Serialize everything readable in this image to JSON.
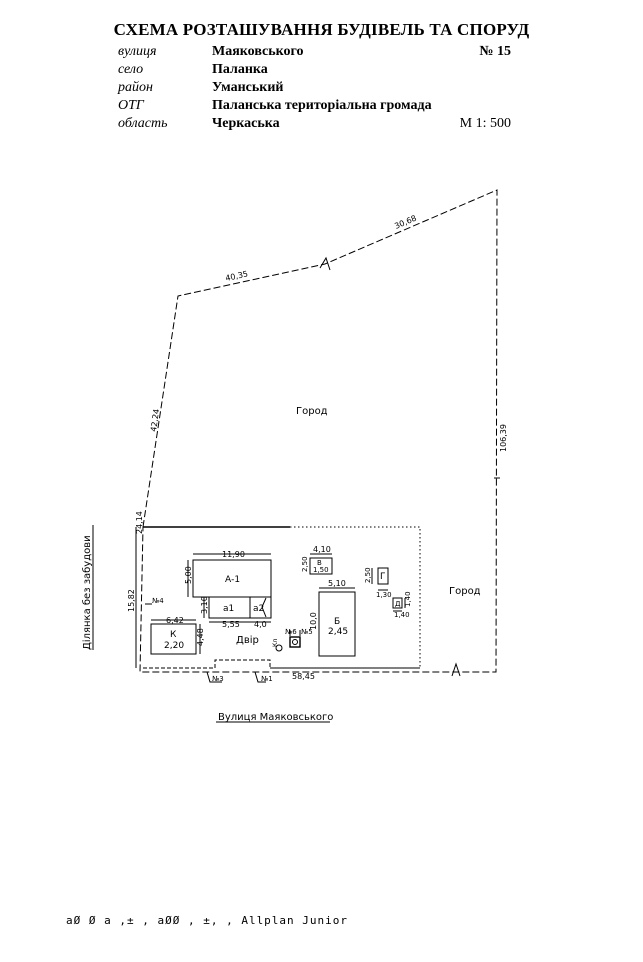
{
  "header": {
    "title": "СХЕМА РОЗТАШУВАННЯ БУДІВЕЛЬ ТА СПОРУД",
    "rows": [
      {
        "label": "вулиця",
        "value": "Маяковського",
        "extra": "№ 15"
      },
      {
        "label": "село",
        "value": "Паланка",
        "extra": ""
      },
      {
        "label": "район",
        "value": "Уманський",
        "extra": ""
      },
      {
        "label": "ОТГ",
        "value": "Паланська територіальна громада",
        "extra": ""
      },
      {
        "label": "область",
        "value": "Черкаська",
        "extra": "М 1: 500"
      }
    ]
  },
  "plan": {
    "zones": {
      "garden_top": "Город",
      "garden_right": "Город",
      "yard": "Двір"
    },
    "street": "Вулиця Маяковського",
    "neighbor": "Ділянка без забудови",
    "boundary_dims": {
      "top_left": "40,35",
      "top_right": "30,68",
      "left_upper": "42,24",
      "left_mid": "24,14",
      "left_lower": "15,82",
      "right": "106,39",
      "bottom": "58,45"
    },
    "buildings": {
      "a1": {
        "label": "А-1",
        "width": "11,90",
        "depth": "5,00"
      },
      "a1_ext": {
        "label": "а1",
        "width": "5,55",
        "depth": "3,10"
      },
      "a2_ext": {
        "label": "а2",
        "width": "4,0"
      },
      "v": {
        "label": "В",
        "width": "4,10",
        "depth": "2,50",
        "height": "1,50"
      },
      "b": {
        "label": "Б",
        "width": "5,10",
        "depth": "10,0",
        "height": "2,45"
      },
      "g": {
        "label": "Г",
        "width": "1,30",
        "depth": "2,50"
      },
      "d": {
        "label": "Д",
        "width": "1,40",
        "depth": "1,40"
      },
      "k": {
        "label": "К",
        "width": "6,42",
        "depth": "4,48",
        "height": "2,20"
      }
    },
    "fences": [
      "№1",
      "№3",
      "№4",
      "№5",
      "№6"
    ],
    "wells": [
      "Кл"
    ]
  },
  "footer": {
    "text": "аØ  Ø  а  ,±  ,  аØØ  ,   ±, ,  Allplan Junior"
  }
}
